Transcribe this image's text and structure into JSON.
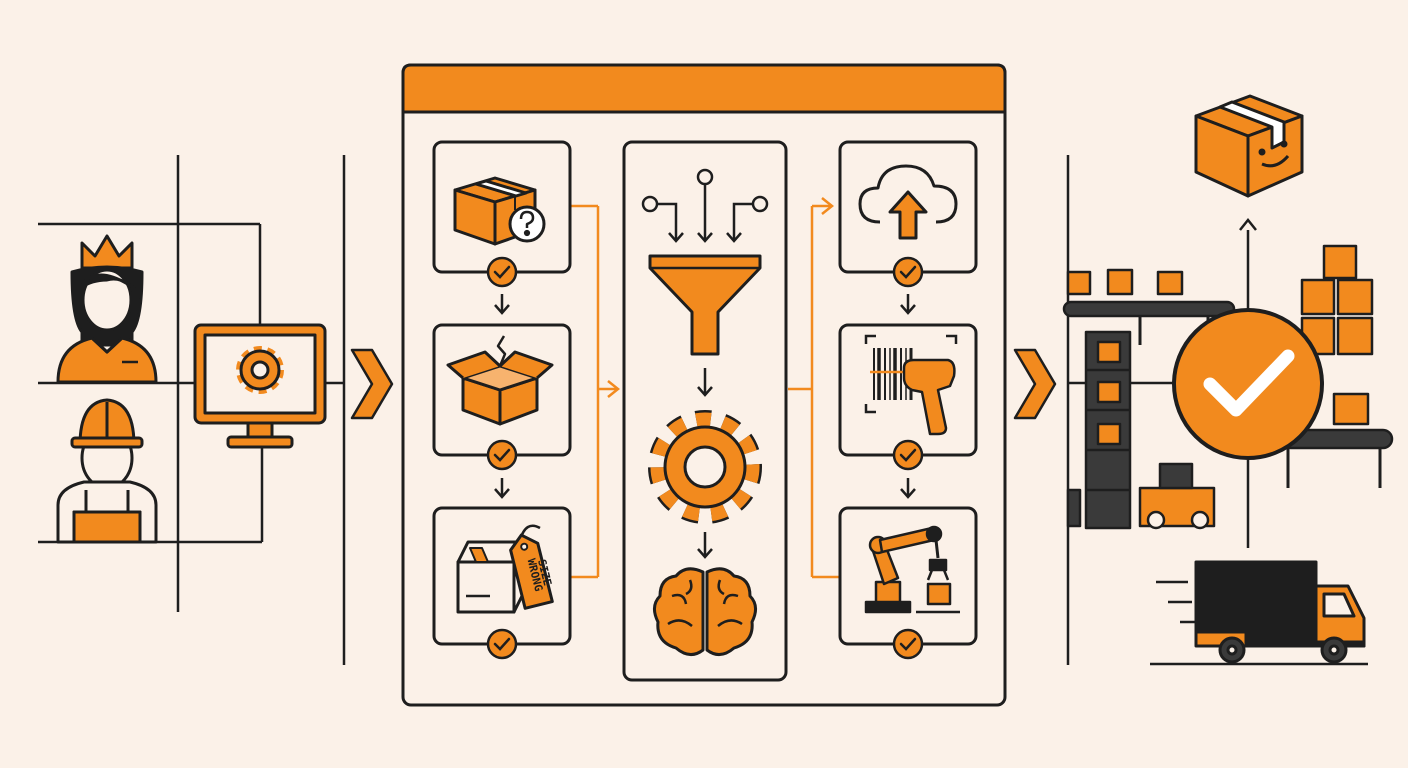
{
  "colors": {
    "background": "#fbf1e8",
    "accent": "#f28a1e",
    "ink": "#1e1e1e",
    "ink_light": "#3a3a3a",
    "white": "#ffffff"
  },
  "diagram": {
    "left_actors": [
      {
        "id": "manager",
        "icon": "crowned-woman-icon"
      },
      {
        "id": "worker",
        "icon": "hardhat-worker-icon"
      }
    ],
    "system": {
      "icon": "monitor-gear-icon"
    },
    "process_panel": {
      "intake_column": [
        {
          "id": "unknown-package",
          "icon": "package-question-icon",
          "status": "check"
        },
        {
          "id": "damaged-package",
          "icon": "damaged-box-icon",
          "status": "check"
        },
        {
          "id": "wrong-size-package",
          "icon": "box-tag-icon",
          "status": "check",
          "tag_lines": [
            "WRONG",
            "SIZE"
          ]
        }
      ],
      "analysis_column": [
        {
          "id": "data-inputs",
          "icon": "converging-inputs-icon"
        },
        {
          "id": "filter",
          "icon": "funnel-icon"
        },
        {
          "id": "processing",
          "icon": "gear-icon"
        },
        {
          "id": "ai",
          "icon": "brain-icon"
        }
      ],
      "action_column": [
        {
          "id": "cloud-upload",
          "icon": "cloud-upload-icon",
          "status": "check"
        },
        {
          "id": "barcode-scan",
          "icon": "barcode-scanner-icon",
          "status": "check"
        },
        {
          "id": "robot-arm",
          "icon": "robot-arm-icon",
          "status": "check"
        }
      ]
    },
    "outcome": {
      "icons": [
        "happy-box-icon",
        "warehouse-conveyor-icon",
        "big-check-icon",
        "delivery-truck-icon"
      ]
    }
  }
}
